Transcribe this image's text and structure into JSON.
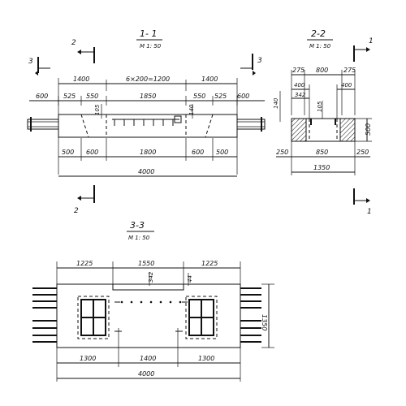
{
  "section_1_1": {
    "title": "1- 1",
    "scale": "M 1: 50",
    "dims_top": [
      "1400",
      "6×200=1200",
      "1400"
    ],
    "dims_second": [
      "600",
      "525",
      "550",
      "1850",
      "550",
      "525",
      "600"
    ],
    "dim_105": "105",
    "dim_140": "140",
    "dims_bottom": [
      "500",
      "600",
      "1800",
      "600",
      "500"
    ],
    "dim_total": "4000",
    "cut_2": "2",
    "cut_3": "3"
  },
  "section_2_2": {
    "title": "2-2",
    "scale": "M 1: 50",
    "dims_top": [
      "275",
      "800",
      "275"
    ],
    "dim_400_left": "400",
    "dim_400_right": "400",
    "dim_342": "342",
    "dim_105": "105",
    "dim_140": "140",
    "dim_500": "500",
    "dims_bottom": [
      "250",
      "850",
      "250"
    ],
    "dim_total": "1350",
    "cut_1": "1"
  },
  "section_3_3": {
    "title": "3-3",
    "scale": "M 1: 50",
    "dims_top": [
      "1225",
      "1550",
      "1225"
    ],
    "dim_342": "342",
    "dim_44": "44",
    "dim_side": "1350",
    "dims_bottom": [
      "1300",
      "1400",
      "1300"
    ],
    "dim_total": "4000"
  }
}
